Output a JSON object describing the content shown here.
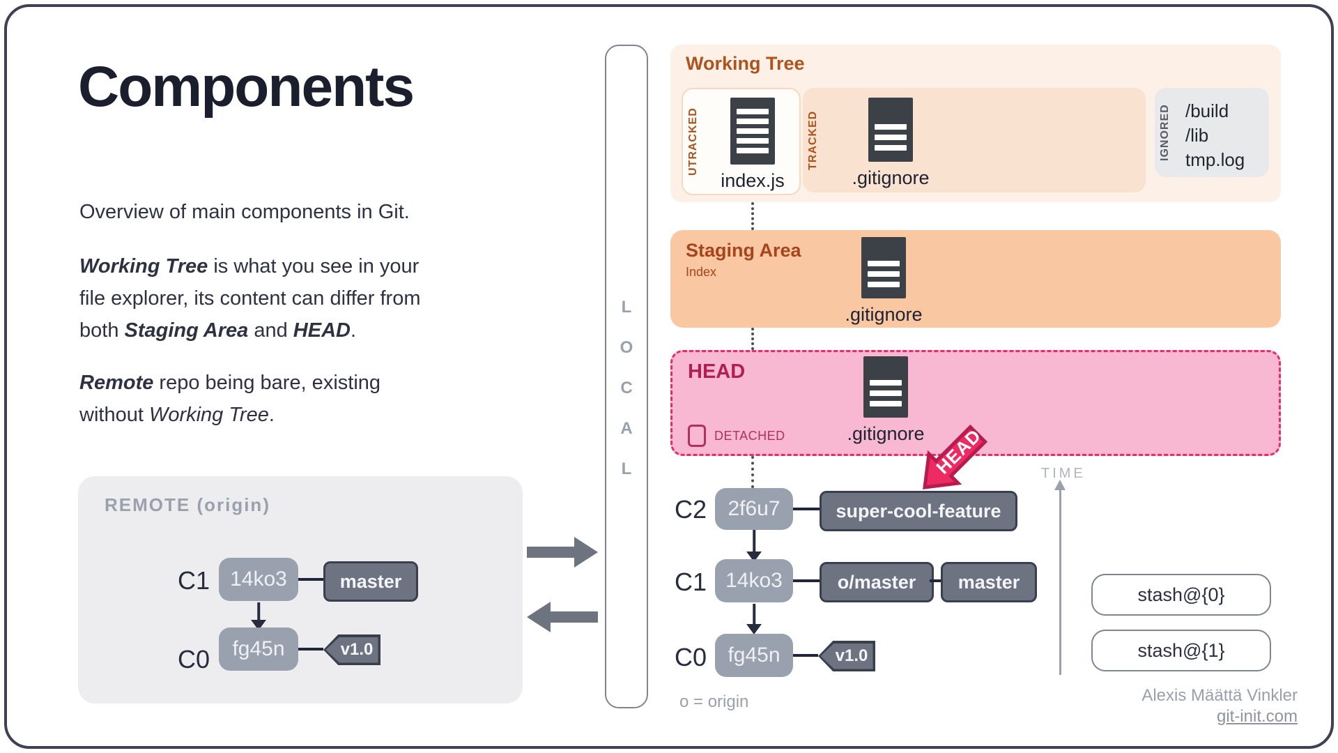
{
  "palette": {
    "frame_border": "#3d4152",
    "orange_title": "#ae531d",
    "working_tree_bg": "#fdf1e7",
    "tracked_bg": "#fae2d0",
    "ignored_bg": "#e8e9eb",
    "staging_bg": "#f9c7a2",
    "head_bg": "#f8b8d1",
    "head_accent": "#e52d67",
    "head_text": "#b0204f",
    "commit_gray": "#9aa1ae",
    "branch_gray": "#6d7380",
    "muted_gray": "#99a0ac",
    "body_text": "#2d3142"
  },
  "left": {
    "title": "Components",
    "paragraphs": [
      {
        "lines": [
          [
            {
              "t": "Overview of main components in Git.",
              "s": "n"
            }
          ]
        ]
      },
      {
        "lines": [
          [
            {
              "t": "Working Tree",
              "s": "bi"
            },
            {
              "t": " is what you see in your",
              "s": "n"
            }
          ],
          [
            {
              "t": "file explorer, its content can differ from",
              "s": "n"
            }
          ],
          [
            {
              "t": "both ",
              "s": "n"
            },
            {
              "t": "Staging Area",
              "s": "bi"
            },
            {
              "t": " and ",
              "s": "n"
            },
            {
              "t": "HEAD",
              "s": "bi"
            },
            {
              "t": ".",
              "s": "n"
            }
          ]
        ]
      },
      {
        "lines": [
          [
            {
              "t": "Remote",
              "s": "bi"
            },
            {
              "t": " repo being bare, existing",
              "s": "n"
            }
          ],
          [
            {
              "t": "without ",
              "s": "n"
            },
            {
              "t": "Working Tree",
              "s": "i"
            },
            {
              "t": ".",
              "s": "n"
            }
          ]
        ]
      }
    ]
  },
  "remote": {
    "title": "REMOTE (origin)",
    "rows": [
      {
        "label": "C1",
        "hash": "14ko3",
        "branch": "master"
      },
      {
        "label": "C0",
        "hash": "fg45n",
        "tag": "v1.0"
      }
    ]
  },
  "local_bar": {
    "letters": [
      "L",
      "O",
      "C",
      "A",
      "L"
    ]
  },
  "working_tree": {
    "title": "Working Tree",
    "untracked": {
      "label": "UTRACKED",
      "file": "index.js"
    },
    "tracked": {
      "label": "TRACKED",
      "file": ".gitignore"
    },
    "ignored": {
      "label": "IGNORED",
      "files": [
        "/build",
        "/lib",
        "tmp.log"
      ]
    }
  },
  "staging": {
    "title": "Staging Area",
    "subtitle": "Index",
    "file": ".gitignore"
  },
  "head": {
    "title": "HEAD",
    "checkbox_label": "DETACHED",
    "file": ".gitignore",
    "pointer_label": "HEAD"
  },
  "local_graph": {
    "rows": [
      {
        "label": "C2",
        "hash": "2f6u7",
        "branch": "super-cool-feature"
      },
      {
        "label": "C1",
        "hash": "14ko3",
        "branches": [
          "o/master",
          "master"
        ]
      },
      {
        "label": "C0",
        "hash": "fg45n",
        "tag": "v1.0"
      }
    ],
    "legend": "o = origin"
  },
  "timeline": {
    "label": "TIME"
  },
  "stash": {
    "items": [
      "stash@{0}",
      "stash@{1}"
    ]
  },
  "footer": {
    "author": "Alexis Määttä Vinkler",
    "site": "git-init.com"
  }
}
